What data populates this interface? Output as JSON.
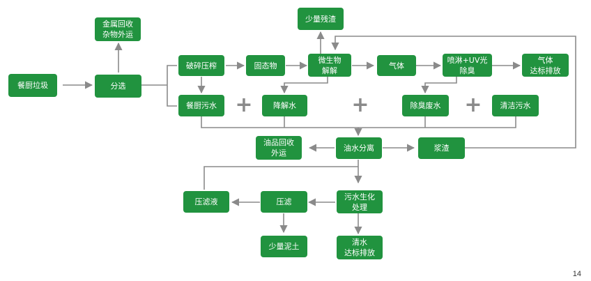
{
  "nodes": {
    "kitchen_waste": "餐厨垃圾",
    "metal_recovery": "金属回收\n杂物外运",
    "sorting": "分选",
    "crush_press": "破碎压榨",
    "solids": "固态物",
    "microbial_decomposition": "微生物\n解解",
    "small_residue": "少量残渣",
    "gas": "气体",
    "spray_uv": "喷淋+UV光\n除臭",
    "gas_discharge": "气体\n达标排放",
    "kitchen_wastewater": "餐厨污水",
    "degradation_water": "降解水",
    "deodor_wastewater": "除臭废水",
    "cleaning_wastewater": "清洁污水",
    "oil_recovery": "油品回收\n外运",
    "oil_water_separation": "油水分离",
    "slurry": "浆渣",
    "filtrate": "压滤液",
    "press_filter": "压滤",
    "wastewater_bio": "污水生化\n处理",
    "small_sludge": "少量泥土",
    "clean_water": "清水\n达标排放"
  },
  "plus_sign": "+",
  "page_number": "14",
  "colors": {
    "node_fill": "#21933f",
    "connector": "#8a8a8a",
    "text": "#ffffff"
  }
}
